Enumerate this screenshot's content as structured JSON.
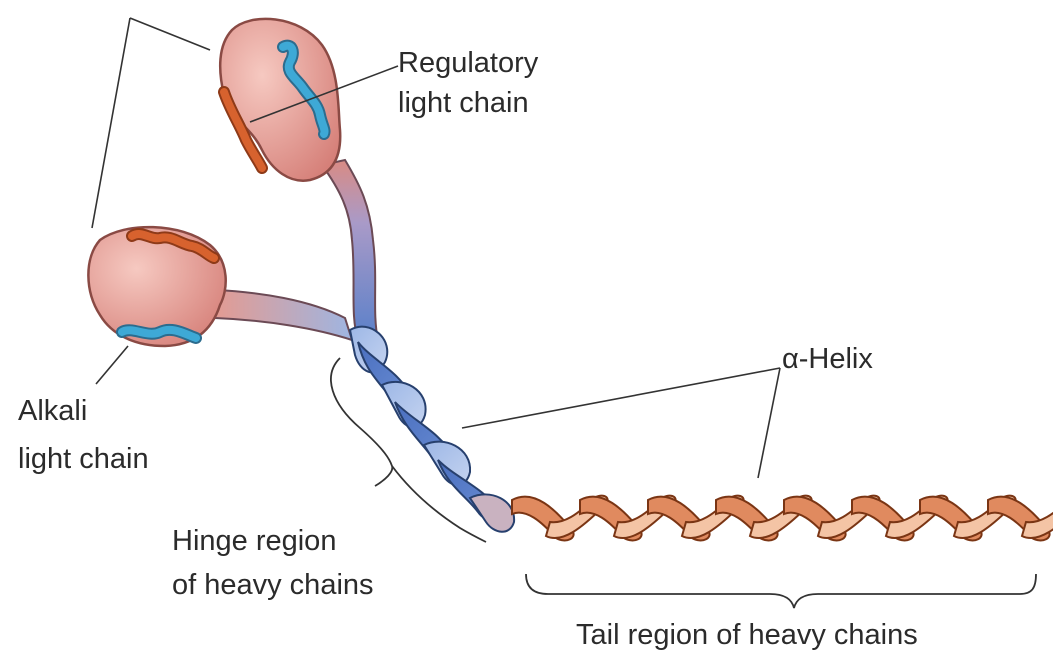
{
  "labels": {
    "regulatory_1": "Regulatory",
    "regulatory_2": "light chain",
    "alkali_1": "Alkali",
    "alkali_2": "light chain",
    "helix": "α-Helix",
    "hinge_1": "Hinge region",
    "hinge_2": "of heavy chains",
    "tail": "Tail region of heavy chains"
  },
  "colors": {
    "head_fill": "#e4978f",
    "head_stroke": "#8a4a44",
    "blue_chain": "#3ea9d6",
    "orange_chain": "#d7622e",
    "hinge_blue": "#6f8fd0",
    "tail_dark": "#e08a5f",
    "tail_light": "#f4c4a5",
    "leader": "#333333"
  }
}
